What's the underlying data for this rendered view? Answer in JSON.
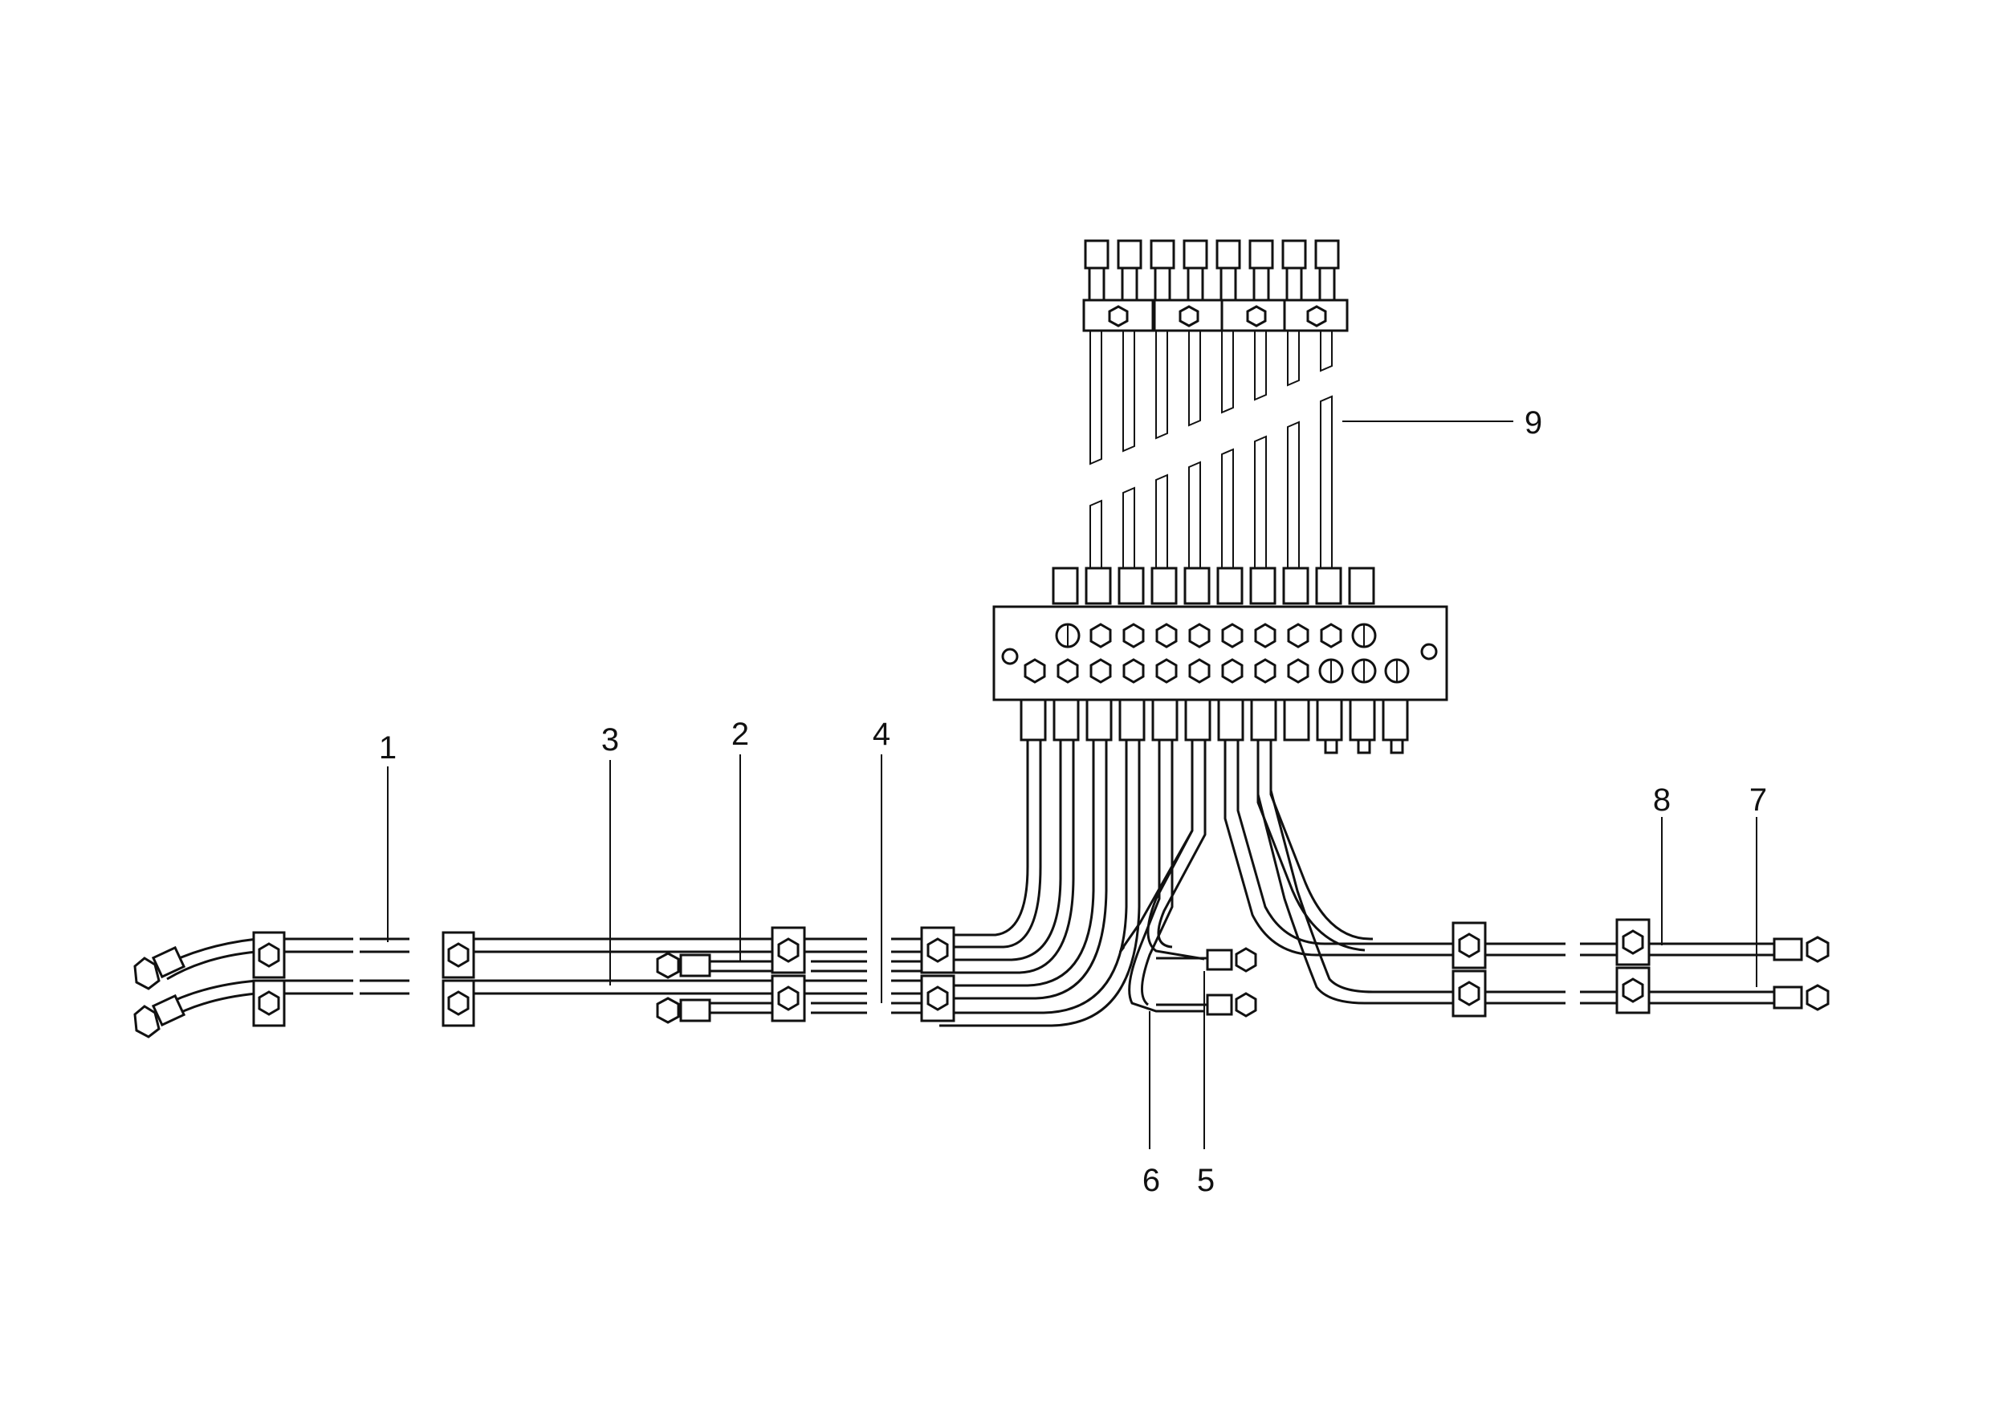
{
  "diagram": {
    "type": "technical-parts-drawing",
    "subject": "lubrication pipe distribution manifold",
    "callouts": [
      {
        "id": "1",
        "label": "1"
      },
      {
        "id": "2",
        "label": "2"
      },
      {
        "id": "3",
        "label": "3"
      },
      {
        "id": "4",
        "label": "4"
      },
      {
        "id": "5",
        "label": "5"
      },
      {
        "id": "6",
        "label": "6"
      },
      {
        "id": "7",
        "label": "7"
      },
      {
        "id": "8",
        "label": "8"
      },
      {
        "id": "9",
        "label": "9"
      }
    ]
  }
}
